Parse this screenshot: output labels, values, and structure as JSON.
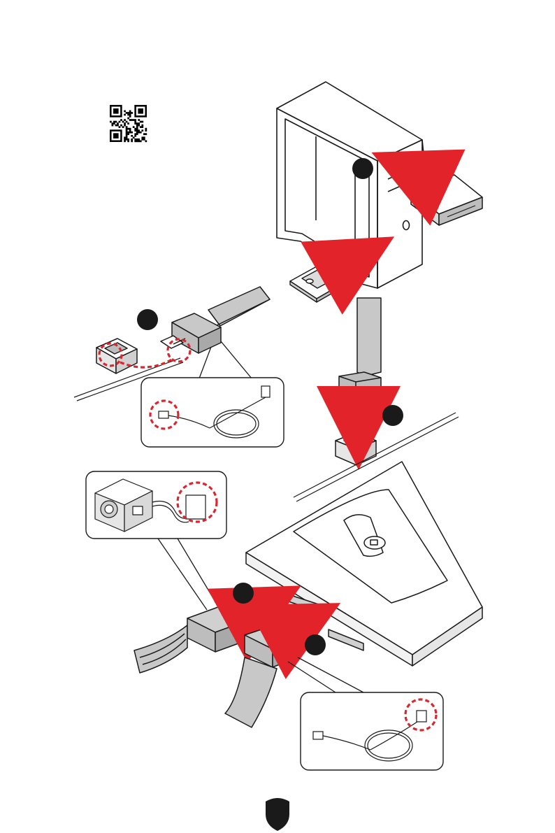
{
  "diagram": {
    "steps": [
      {
        "id": 1,
        "number": ""
      },
      {
        "id": 2,
        "number": ""
      },
      {
        "id": 3,
        "number": ""
      },
      {
        "id": 4,
        "number": ""
      },
      {
        "id": 5,
        "number": ""
      }
    ],
    "colors": {
      "arrow": "#e2232a",
      "callout_ring": "#d7282f",
      "line": "#1a1a1a",
      "step_badge": "#1a1a1a",
      "cable_fill": "#c8c8c8"
    },
    "icons": [
      "qr-code-icon",
      "shield-logo-icon"
    ]
  }
}
